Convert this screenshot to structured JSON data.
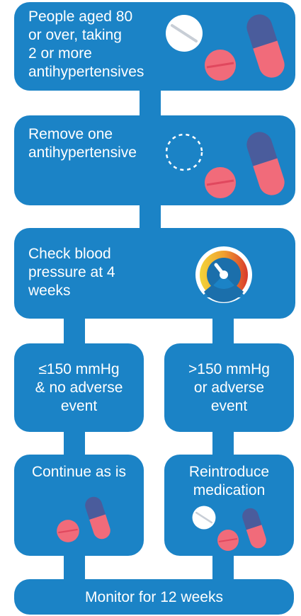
{
  "steps": {
    "start": {
      "line1": "People aged 80",
      "line2": "or over, taking",
      "line3": "2 or more",
      "line4": "antihypertensives"
    },
    "remove": {
      "line1": "Remove one",
      "line2": "antihypertensive"
    },
    "check": {
      "line1": "Check blood",
      "line2": "pressure at 4",
      "line3": "weeks"
    },
    "low": {
      "line1": "≤150 mmHg",
      "line2": "& no adverse",
      "line3": "event"
    },
    "high": {
      "line1": ">150 mmHg",
      "line2": "or adverse",
      "line3": "event"
    },
    "continue": {
      "line1": "Continue as is"
    },
    "reintroduce": {
      "line1": "Reintroduce",
      "line2": "medication"
    },
    "monitor": {
      "line1": "Monitor for 12 weeks"
    }
  },
  "colors": {
    "box": "#1b83c6",
    "pill_pink": "#f16b7a",
    "pill_navy": "#4a5c9c",
    "tablet_white": "#ffffff",
    "gauge_yellow": "#f2d43a",
    "gauge_red": "#d93a2b"
  },
  "icons": [
    "tablet-icon",
    "round-pill-icon",
    "capsule-icon",
    "dashed-circle-icon",
    "gauge-icon"
  ]
}
